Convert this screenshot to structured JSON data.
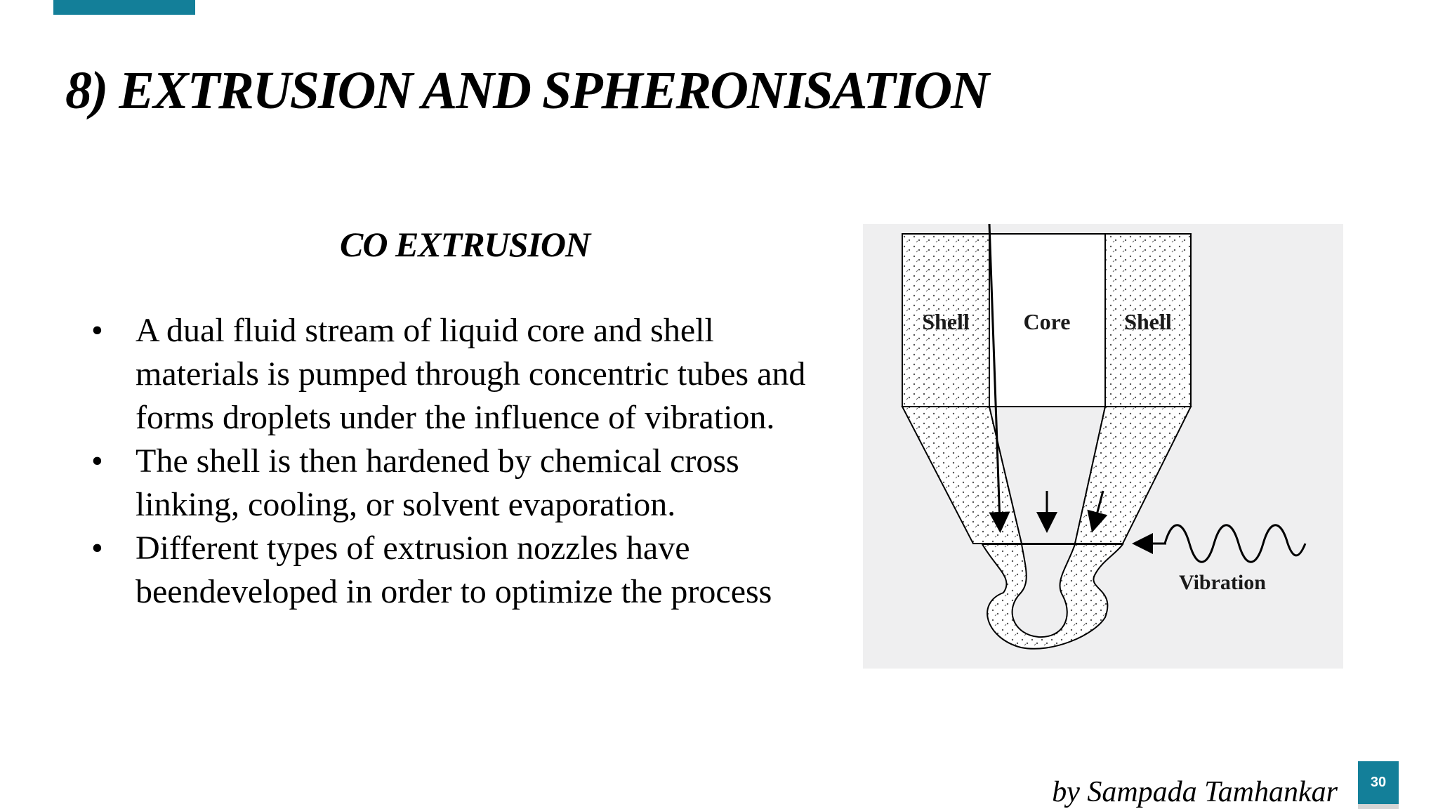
{
  "slide": {
    "title": "8) EXTRUSION AND SPHERONISATION",
    "section_heading": "CO EXTRUSION",
    "bullets": [
      "A dual fluid stream of liquid core and shell materials is pumped through concentric tubes and forms droplets under the influence of vibration.",
      "The shell is then hardened by chemical cross linking, cooling, or solvent evaporation.",
      "Different types of extrusion nozzles have beendeveloped in order to optimize the process"
    ],
    "bullet_symbol": "•",
    "author": "by Sampada Tamhankar",
    "page_number": "30",
    "accent_color": "#137f99"
  },
  "diagram": {
    "left_label": "Shell",
    "center_label": "Core",
    "right_label": "Shell",
    "vibration_label": "Vibration"
  }
}
